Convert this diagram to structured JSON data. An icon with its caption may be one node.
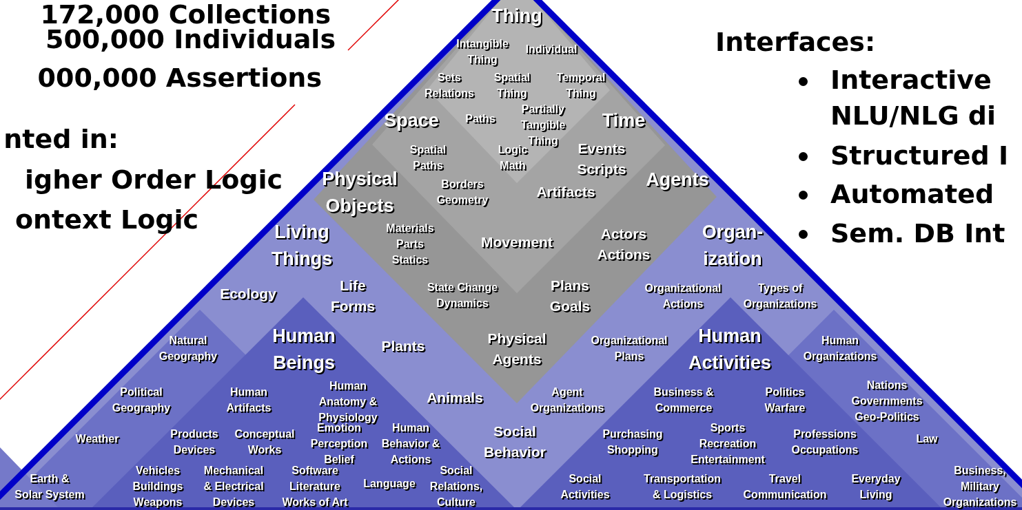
{
  "diagram": {
    "labels": [
      "172,000 Collections",
      "500,000 Individuals",
      "000,000 Assertions",
      "nted in:",
      "igher Order Logic",
      "ontext Logic",
      "Interfaces:",
      "Interactive NLU/NLG di",
      "Structured I",
      "Automated",
      "Sem. DB Int",
      "Thing",
      "Intangible Thing",
      "Individual",
      "Sets Relations",
      "Spatial Thing",
      "Temporal Thing",
      "Space",
      "Paths",
      "Partially Tangible Thing",
      "Time",
      "Spatial Paths",
      "Logic Math",
      "Events Scripts",
      "Physical Objects",
      "Borders Geometry",
      "Artifacts",
      "Agents",
      "Living Things",
      "Materials Parts Statics",
      "Movement",
      "Actors Actions",
      "Organ- ization",
      "Ecology",
      "Life Forms",
      "State Change Dynamics",
      "Plans Goals",
      "Organizational Actions",
      "Types of Organizations",
      "Natural Geography",
      "Human Beings",
      "Plants",
      "Physical Agents",
      "Organizational Plans",
      "Human Activities",
      "Human Organizations",
      "Political Geography",
      "Human Artifacts",
      "Human Anatomy & Physiology",
      "Animals",
      "Agent Organizations",
      "Business & Commerce",
      "Politics Warfare",
      "Nations Governments Geo-Politics",
      "Weather",
      "Products Devices",
      "Conceptual Works",
      "Emotion Perception Belief",
      "Human Behavior & Actions",
      "Social Behavior",
      "Purchasing Shopping",
      "Sports Recreation Entertainment",
      "Professions Occupations",
      "Law",
      "Earth & Solar System",
      "Vehicles Buildings Weapons",
      "Mechanical & Electrical Devices",
      "Software Literature Works of Art",
      "Language",
      "Social Relations, Culture",
      "Social Activities",
      "Transportation & Logistics",
      "Travel Communication",
      "Everyday Living",
      "Business, Military Organizations"
    ]
  }
}
